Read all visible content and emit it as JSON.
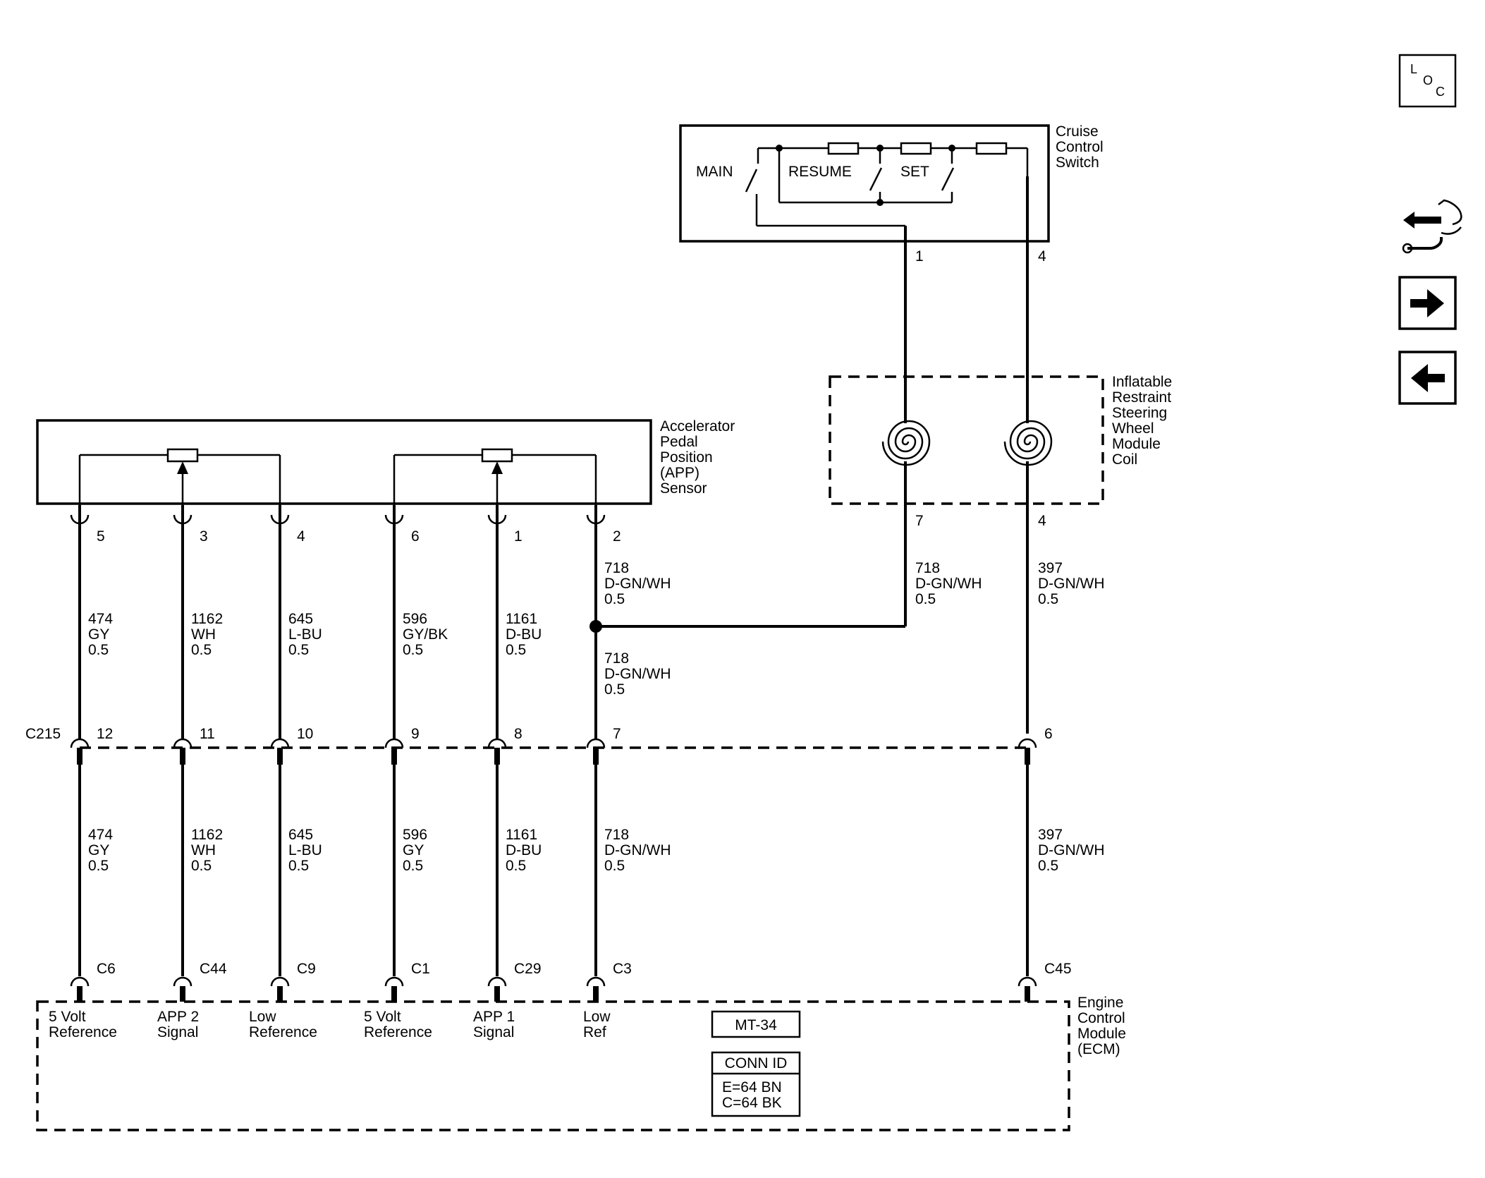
{
  "components": {
    "cruise_switch": "Cruise\nControl\nSwitch",
    "app_sensor": "Accelerator\nPedal\nPosition\n(APP)\nSensor",
    "srs_coil": "Inflatable\nRestraint\nSteering\nWheel\nModule\nCoil",
    "ecm": "Engine\nControl\nModule\n(ECM)"
  },
  "switch_labels": {
    "main": "MAIN",
    "resume": "RESUME",
    "set": "SET"
  },
  "cruise_pins": {
    "left": "1",
    "right": "4"
  },
  "coil_pins": {
    "left": "7",
    "right": "4"
  },
  "connector": {
    "name": "C215",
    "pins": [
      "12",
      "11",
      "10",
      "9",
      "8",
      "7",
      "6"
    ]
  },
  "app_pins": [
    "5",
    "3",
    "4",
    "6",
    "1",
    "2"
  ],
  "upper_wires": [
    {
      "circuit": "474",
      "color": "GY",
      "size": "0.5"
    },
    {
      "circuit": "1162",
      "color": "WH",
      "size": "0.5"
    },
    {
      "circuit": "645",
      "color": "L-BU",
      "size": "0.5"
    },
    {
      "circuit": "596",
      "color": "GY/BK",
      "size": "0.5"
    },
    {
      "circuit": "1161",
      "color": "D-BU",
      "size": "0.5"
    }
  ],
  "wire_718_app": {
    "circuit": "718",
    "color": "D-GN/WH",
    "size": "0.5"
  },
  "wire_718_coil": {
    "circuit": "718",
    "color": "D-GN/WH",
    "size": "0.5"
  },
  "wire_397_coil": {
    "circuit": "397",
    "color": "D-GN/WH",
    "size": "0.5"
  },
  "wire_718_splice": {
    "circuit": "718",
    "color": "D-GN/WH",
    "size": "0.5"
  },
  "lower_wires": [
    {
      "circuit": "474",
      "color": "GY",
      "size": "0.5"
    },
    {
      "circuit": "1162",
      "color": "WH",
      "size": "0.5"
    },
    {
      "circuit": "645",
      "color": "L-BU",
      "size": "0.5"
    },
    {
      "circuit": "596",
      "color": "GY",
      "size": "0.5"
    },
    {
      "circuit": "1161",
      "color": "D-BU",
      "size": "0.5"
    },
    {
      "circuit": "718",
      "color": "D-GN/WH",
      "size": "0.5"
    },
    {
      "circuit": "397",
      "color": "D-GN/WH",
      "size": "0.5"
    }
  ],
  "ecm_pins": [
    "C6",
    "C44",
    "C9",
    "C1",
    "C29",
    "C3",
    "C45"
  ],
  "ecm_labels": [
    "5 Volt\nReference",
    "APP 2\nSignal",
    "Low\nReference",
    "5 Volt\nReference",
    "APP 1\nSignal",
    "Low\nRef"
  ],
  "ecm_info": {
    "module": "MT-34",
    "conn_title": "CONN ID",
    "conn_lines": "E=64 BN\nC=64 BK"
  },
  "nav": {
    "loc": "LOC"
  }
}
